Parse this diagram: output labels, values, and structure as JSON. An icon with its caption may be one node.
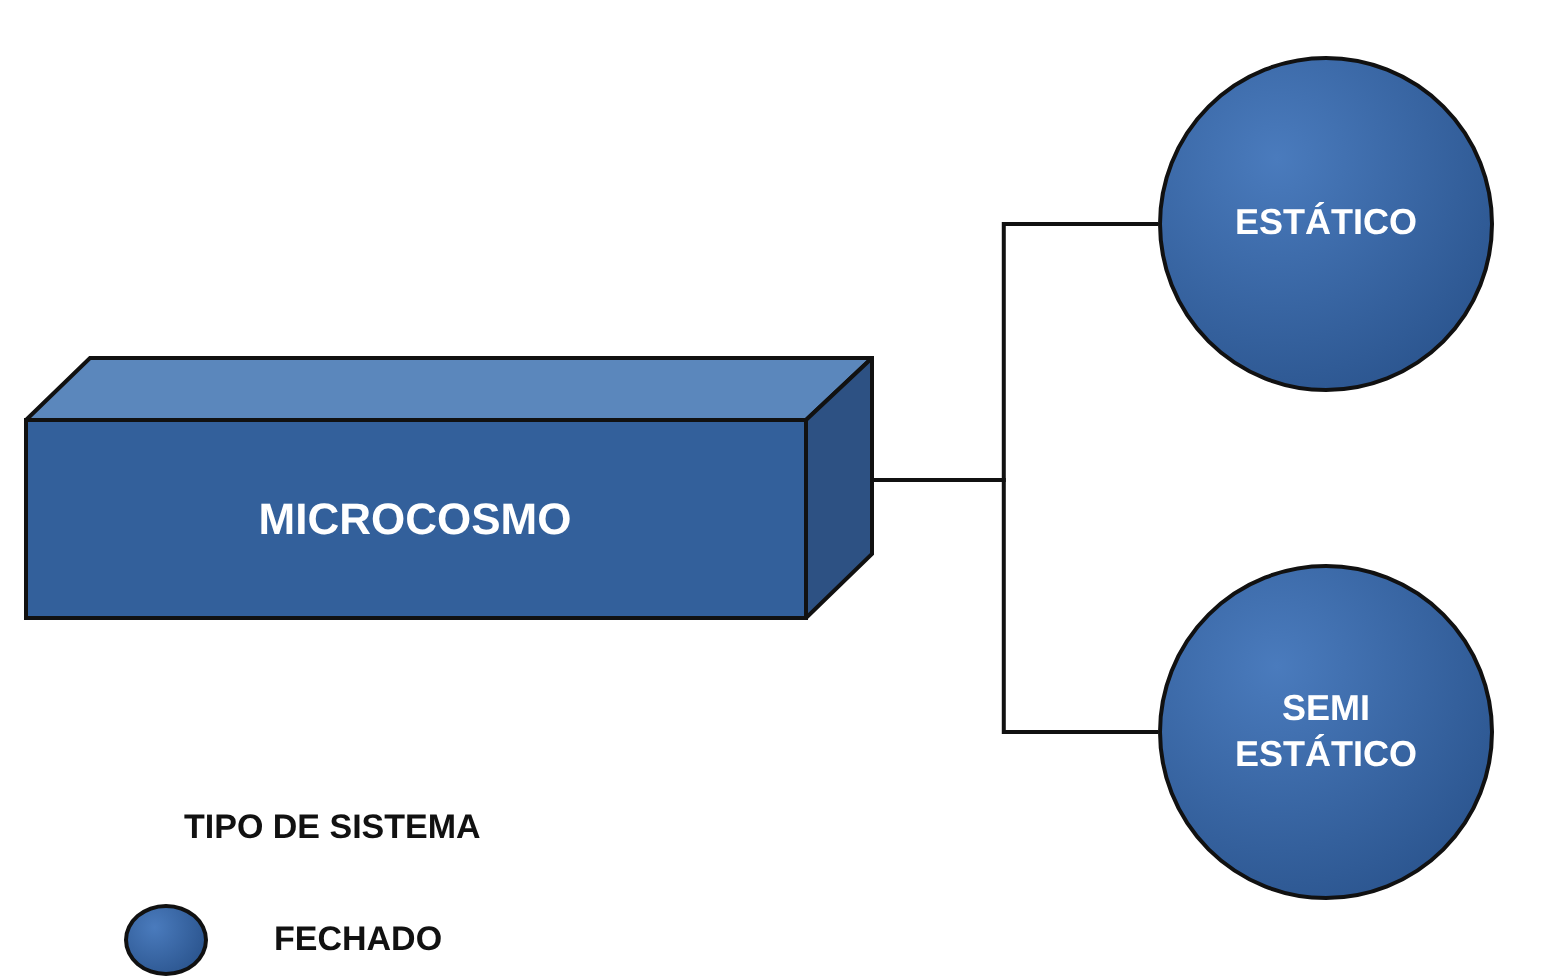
{
  "diagram": {
    "nodes": [
      {
        "text": [
          "MICROCOSMO"
        ]
      },
      {
        "text": [
          "ESTÁTICO"
        ]
      },
      {
        "text": [
          "SEMI ESTÁTICO"
        ]
      }
    ],
    "edges": [
      {
        "from": 0,
        "to": 1,
        "arrow": "none"
      },
      {
        "from": 0,
        "to": 2,
        "arrow": "none"
      }
    ],
    "labels": [
      "TIPO DE SISTEMA"
    ],
    "legend": [
      {
        "text": "FECHADO"
      }
    ]
  }
}
